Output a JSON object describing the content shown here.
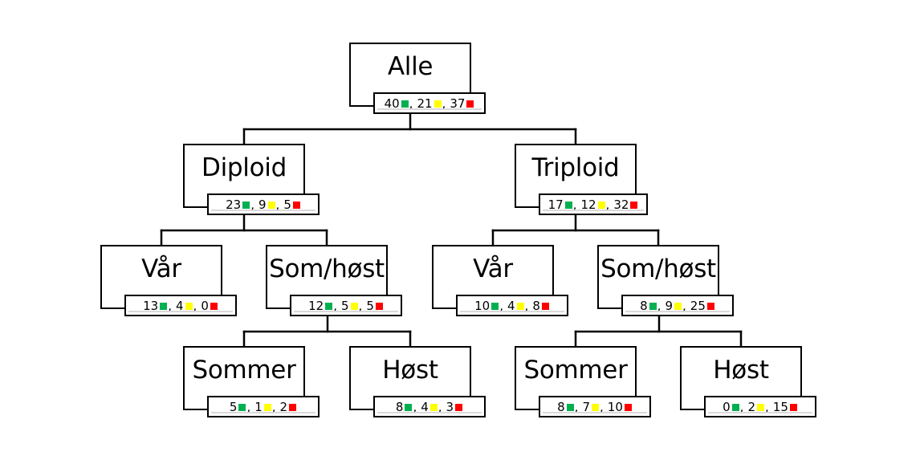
{
  "colors": {
    "green": "#00b050",
    "yellow": "#ffff00",
    "red": "#ff0000"
  },
  "nodes": {
    "alle": {
      "title": "Alle",
      "counts": [
        "40",
        "21",
        "37"
      ]
    },
    "diploid": {
      "title": "Diploid",
      "counts": [
        "23",
        "9",
        "5"
      ]
    },
    "triploid": {
      "title": "Triploid",
      "counts": [
        "17",
        "12",
        "32"
      ]
    },
    "diploid_var": {
      "title": "Vår",
      "counts": [
        "13",
        "4",
        "0"
      ]
    },
    "diploid_som": {
      "title": "Som/høst",
      "counts": [
        "12",
        "5",
        "5"
      ]
    },
    "triploid_var": {
      "title": "Vår",
      "counts": [
        "10",
        "4",
        "8"
      ]
    },
    "triploid_som": {
      "title": "Som/høst",
      "counts": [
        "8",
        "9",
        "25"
      ]
    },
    "diploid_sommer": {
      "title": "Sommer",
      "counts": [
        "5",
        "1",
        "2"
      ]
    },
    "diploid_host": {
      "title": "Høst",
      "counts": [
        "8",
        "4",
        "3"
      ]
    },
    "triploid_sommer": {
      "title": "Sommer",
      "counts": [
        "8",
        "7",
        "10"
      ]
    },
    "triploid_host": {
      "title": "Høst",
      "counts": [
        "0",
        "2",
        "15"
      ]
    }
  }
}
